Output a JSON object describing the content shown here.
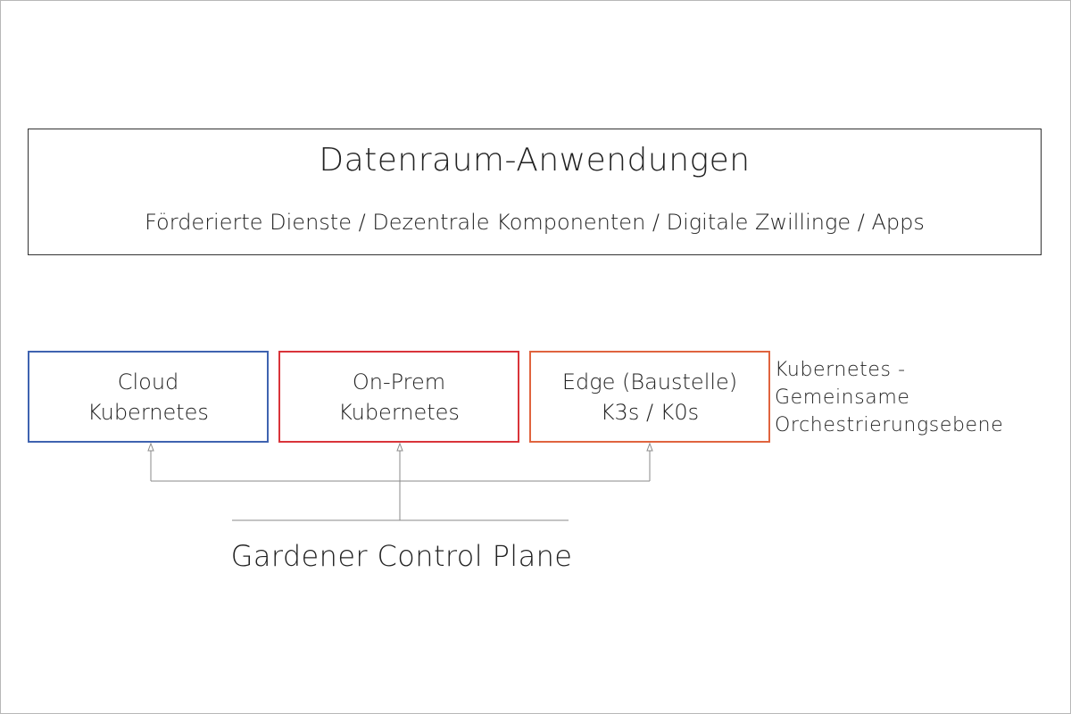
{
  "top": {
    "title": "Datenraum-Anwendungen",
    "subtitle": "Förderierte Dienste / Dezentrale Komponenten / Digitale Zwillinge / Apps"
  },
  "clusters": [
    {
      "line1": "Cloud",
      "line2": "Kubernetes",
      "color": "#3f63b0"
    },
    {
      "line1": "On-Prem",
      "line2": "Kubernetes",
      "color": "#d9343a"
    },
    {
      "line1": "Edge (Baustelle)",
      "line2": "K3s / K0s",
      "color": "#e0643f"
    }
  ],
  "side_label": {
    "line1": "Kubernetes -",
    "line2": "Gemeinsame",
    "line3": "Orchestrierungsebene"
  },
  "control_plane": {
    "label": "Gardener Control Plane"
  },
  "colors": {
    "border": "#333333",
    "connector": "#8a8a8a"
  }
}
